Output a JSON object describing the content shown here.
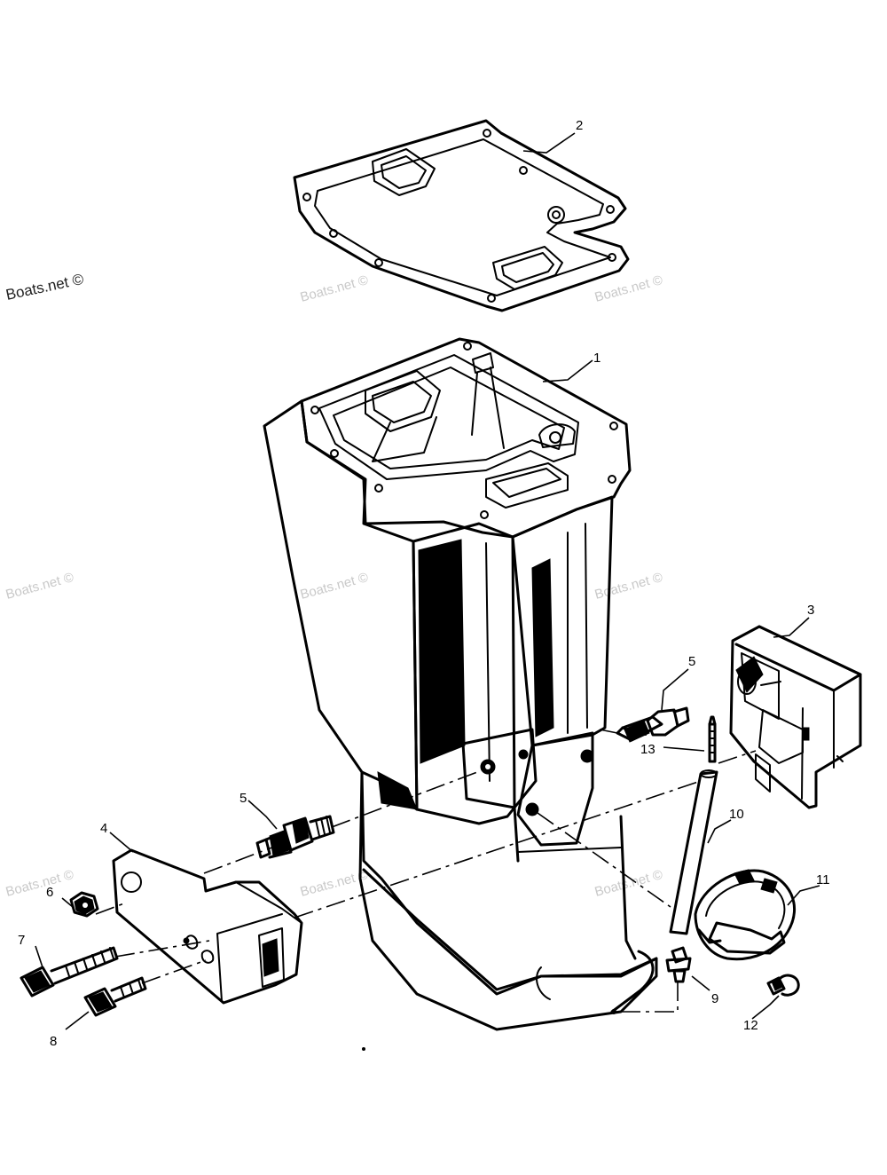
{
  "watermark": {
    "text": "Boats.net ©",
    "color": "#c9c9c9"
  },
  "callouts": {
    "c1": "1",
    "c2": "2",
    "c3": "3",
    "c4": "4",
    "c5a": "5",
    "c5b": "5",
    "c6": "6",
    "c7": "7",
    "c8": "8",
    "c9": "9",
    "c10": "10",
    "c11": "11",
    "c12": "12",
    "c13": "13"
  }
}
